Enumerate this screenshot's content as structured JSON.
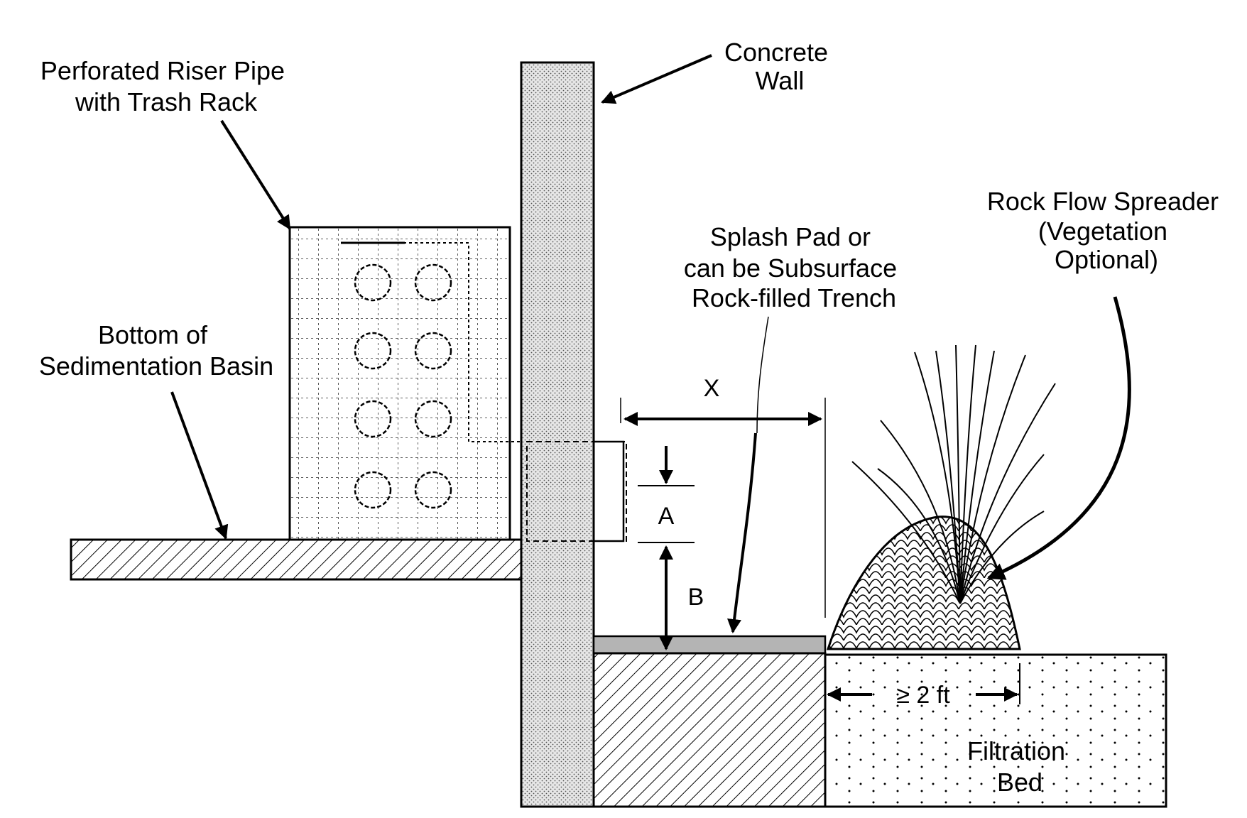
{
  "labels": {
    "riser_pipe": [
      "Perforated Riser Pipe",
      "with Trash Rack"
    ],
    "concrete_wall": [
      "Concrete",
      "Wall"
    ],
    "basin_bottom": [
      "Bottom of",
      "Sedimentation Basin"
    ],
    "splash_pad": [
      "Splash Pad or",
      "can be Subsurface",
      "Rock-filled Trench"
    ],
    "rock_spreader": [
      "Rock Flow Spreader",
      "(Vegetation",
      "Optional)"
    ],
    "filtration_bed": [
      "Filtration",
      "Bed"
    ]
  },
  "dimensions": {
    "x": "X",
    "a": "A",
    "b": "B",
    "min_distance": "≥ 2 ft"
  }
}
